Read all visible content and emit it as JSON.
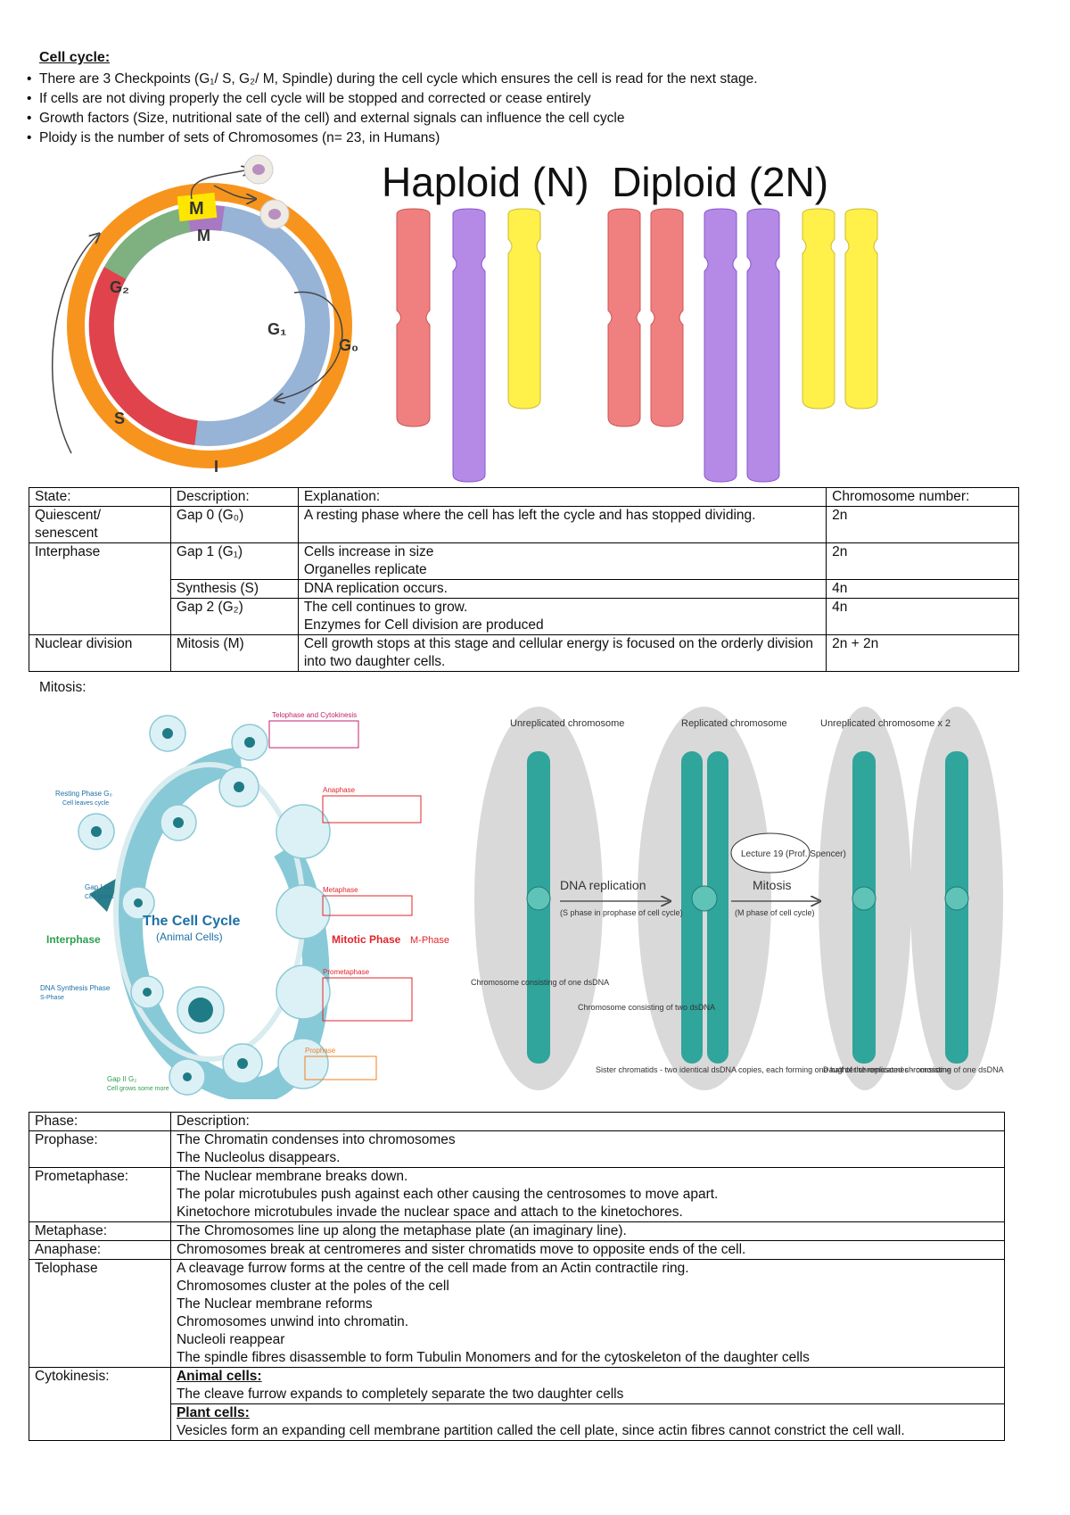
{
  "heading": "Cell cycle:",
  "bullets": [
    "There are 3 Checkpoints (G₁/ S, G₂/ M, Spindle) during the cell cycle which ensures the cell is read for the next stage.",
    "If cells are not diving properly the cell cycle will be stopped and corrected or cease entirely",
    "Growth factors (Size, nutritional sate of the cell) and external signals can influence the cell cycle",
    "Ploidy is the number of sets of Chromosomes (n= 23, in Humans)"
  ],
  "cycle_diagram": {
    "labels": {
      "m_outer": "M",
      "m_inner": "M",
      "g2": "G₂",
      "g1": "G₁",
      "g0": "G₀",
      "s": "S",
      "i": "I"
    },
    "colors": {
      "orange": "#f7941d",
      "yellow": "#ffe600",
      "purple": "#a879c2",
      "green": "#7fb07f",
      "red": "#e0434b",
      "blue": "#97b3d6",
      "cell": "#d9c7e0"
    }
  },
  "ploidy": {
    "title": "Haploid (N)  Diploid (2N)",
    "colors": {
      "red": "#f08080",
      "purple": "#b48ae6",
      "yellow": "#fff04a"
    }
  },
  "state_table": {
    "headers": [
      "State:",
      "Description:",
      "Explanation:",
      "Chromosome number:"
    ],
    "rows": [
      {
        "state": "Quiescent/ senescent",
        "desc": "Gap 0 (G₀)",
        "expl": [
          "A resting phase where the cell has left the cycle and has stopped dividing."
        ],
        "num": "2n"
      },
      {
        "state": "Interphase",
        "desc": "Gap 1 (G₁)",
        "expl": [
          "Cells increase in size",
          "Organelles replicate"
        ],
        "num": "2n"
      },
      {
        "state": "",
        "desc": "Synthesis (S)",
        "expl": [
          "DNA replication occurs."
        ],
        "num": "4n"
      },
      {
        "state": "",
        "desc": "Gap 2 (G₂)",
        "expl": [
          "The cell continues to grow.",
          "Enzymes for Cell division are produced"
        ],
        "num": "4n"
      },
      {
        "state": "Nuclear division",
        "desc": "Mitosis (M)",
        "expl": [
          "Cell growth stops at this stage and cellular energy is focused on the orderly division into two daughter cells."
        ],
        "num": "2n + 2n"
      }
    ]
  },
  "mitosis_label": "Mitosis:",
  "cell_cycle_figure": {
    "title": "The Cell Cycle",
    "subtitle": "(Animal Cells)",
    "interphase": "Interphase",
    "mitotic": "Mitotic Phase",
    "mphase": "M-Phase",
    "resting": "Resting Phase G₀",
    "resting_sub": "Cell leaves cycle",
    "gap1": "Gap I G₁",
    "gap1_sub": "Cell grows",
    "synth": "DNA Synthesis Phase",
    "synth_sub": "S-Phase",
    "gap2": "Gap II G₂",
    "gap2_sub": "Cell grows some more",
    "telophase": "Telophase and Cytokinesis",
    "anaphase": "Anaphase",
    "metaphase": "Metaphase",
    "prometaphase": "Prometaphase",
    "prophase": "Prophase"
  },
  "replication_figure": {
    "unrep": "Unreplicated chromosome",
    "rep": "Replicated chromosome",
    "unrep2": "Unreplicated chromosome x 2",
    "dna_rep": "DNA replication",
    "dna_rep_sub": "(S phase in prophase of cell cycle)",
    "lecture": "Lecture 19 (Prof. Spencer)",
    "mitosis": "Mitosis",
    "mitosis_sub": "(M phase of cell cycle)",
    "chrom1": "Chromosome consisting of one dsDNA",
    "chrom2": "Chromosome consisting of two dsDNA",
    "sister": "Sister chromatids - two identical dsDNA copies, each forming one half of the replicated chromosome",
    "daughter": "Daughter chromosomes - consisting of one dsDNA each"
  },
  "phase_table": {
    "headers": [
      "Phase:",
      "Description:"
    ],
    "rows": [
      {
        "phase": "Prophase:",
        "lines": [
          "The Chromatin condenses into chromosomes",
          "The Nucleolus disappears."
        ]
      },
      {
        "phase": "Prometaphase:",
        "lines": [
          "The Nuclear membrane breaks down.",
          "The polar microtubules push against each other causing the centrosomes to move apart.",
          "Kinetochore microtubules invade the nuclear space and attach to the kinetochores."
        ]
      },
      {
        "phase": "Metaphase:",
        "lines": [
          "The Chromosomes line up along the metaphase plate (an imaginary line)."
        ]
      },
      {
        "phase": "Anaphase:",
        "lines": [
          "Chromosomes break at centromeres and sister chromatids move to opposite ends of the cell."
        ]
      },
      {
        "phase": "Telophase",
        "lines": [
          "A cleavage furrow forms at the centre of the cell made from an Actin contractile ring.",
          "Chromosomes cluster at the poles of the cell",
          "The Nuclear membrane reforms",
          "Chromosomes unwind into chromatin.",
          "Nucleoli reappear",
          "The spindle fibres disassemble to form Tubulin Monomers and for the cytoskeleton of the daughter cells"
        ]
      }
    ],
    "cytokinesis": {
      "phase": "Cytokinesis:",
      "animal_heading": "Animal cells:",
      "animal_text": "The cleave furrow expands to completely separate the two daughter cells",
      "plant_heading": "Plant cells:",
      "plant_text": "Vesicles form an expanding cell membrane partition called the cell plate, since actin fibres cannot constrict the cell wall."
    }
  }
}
